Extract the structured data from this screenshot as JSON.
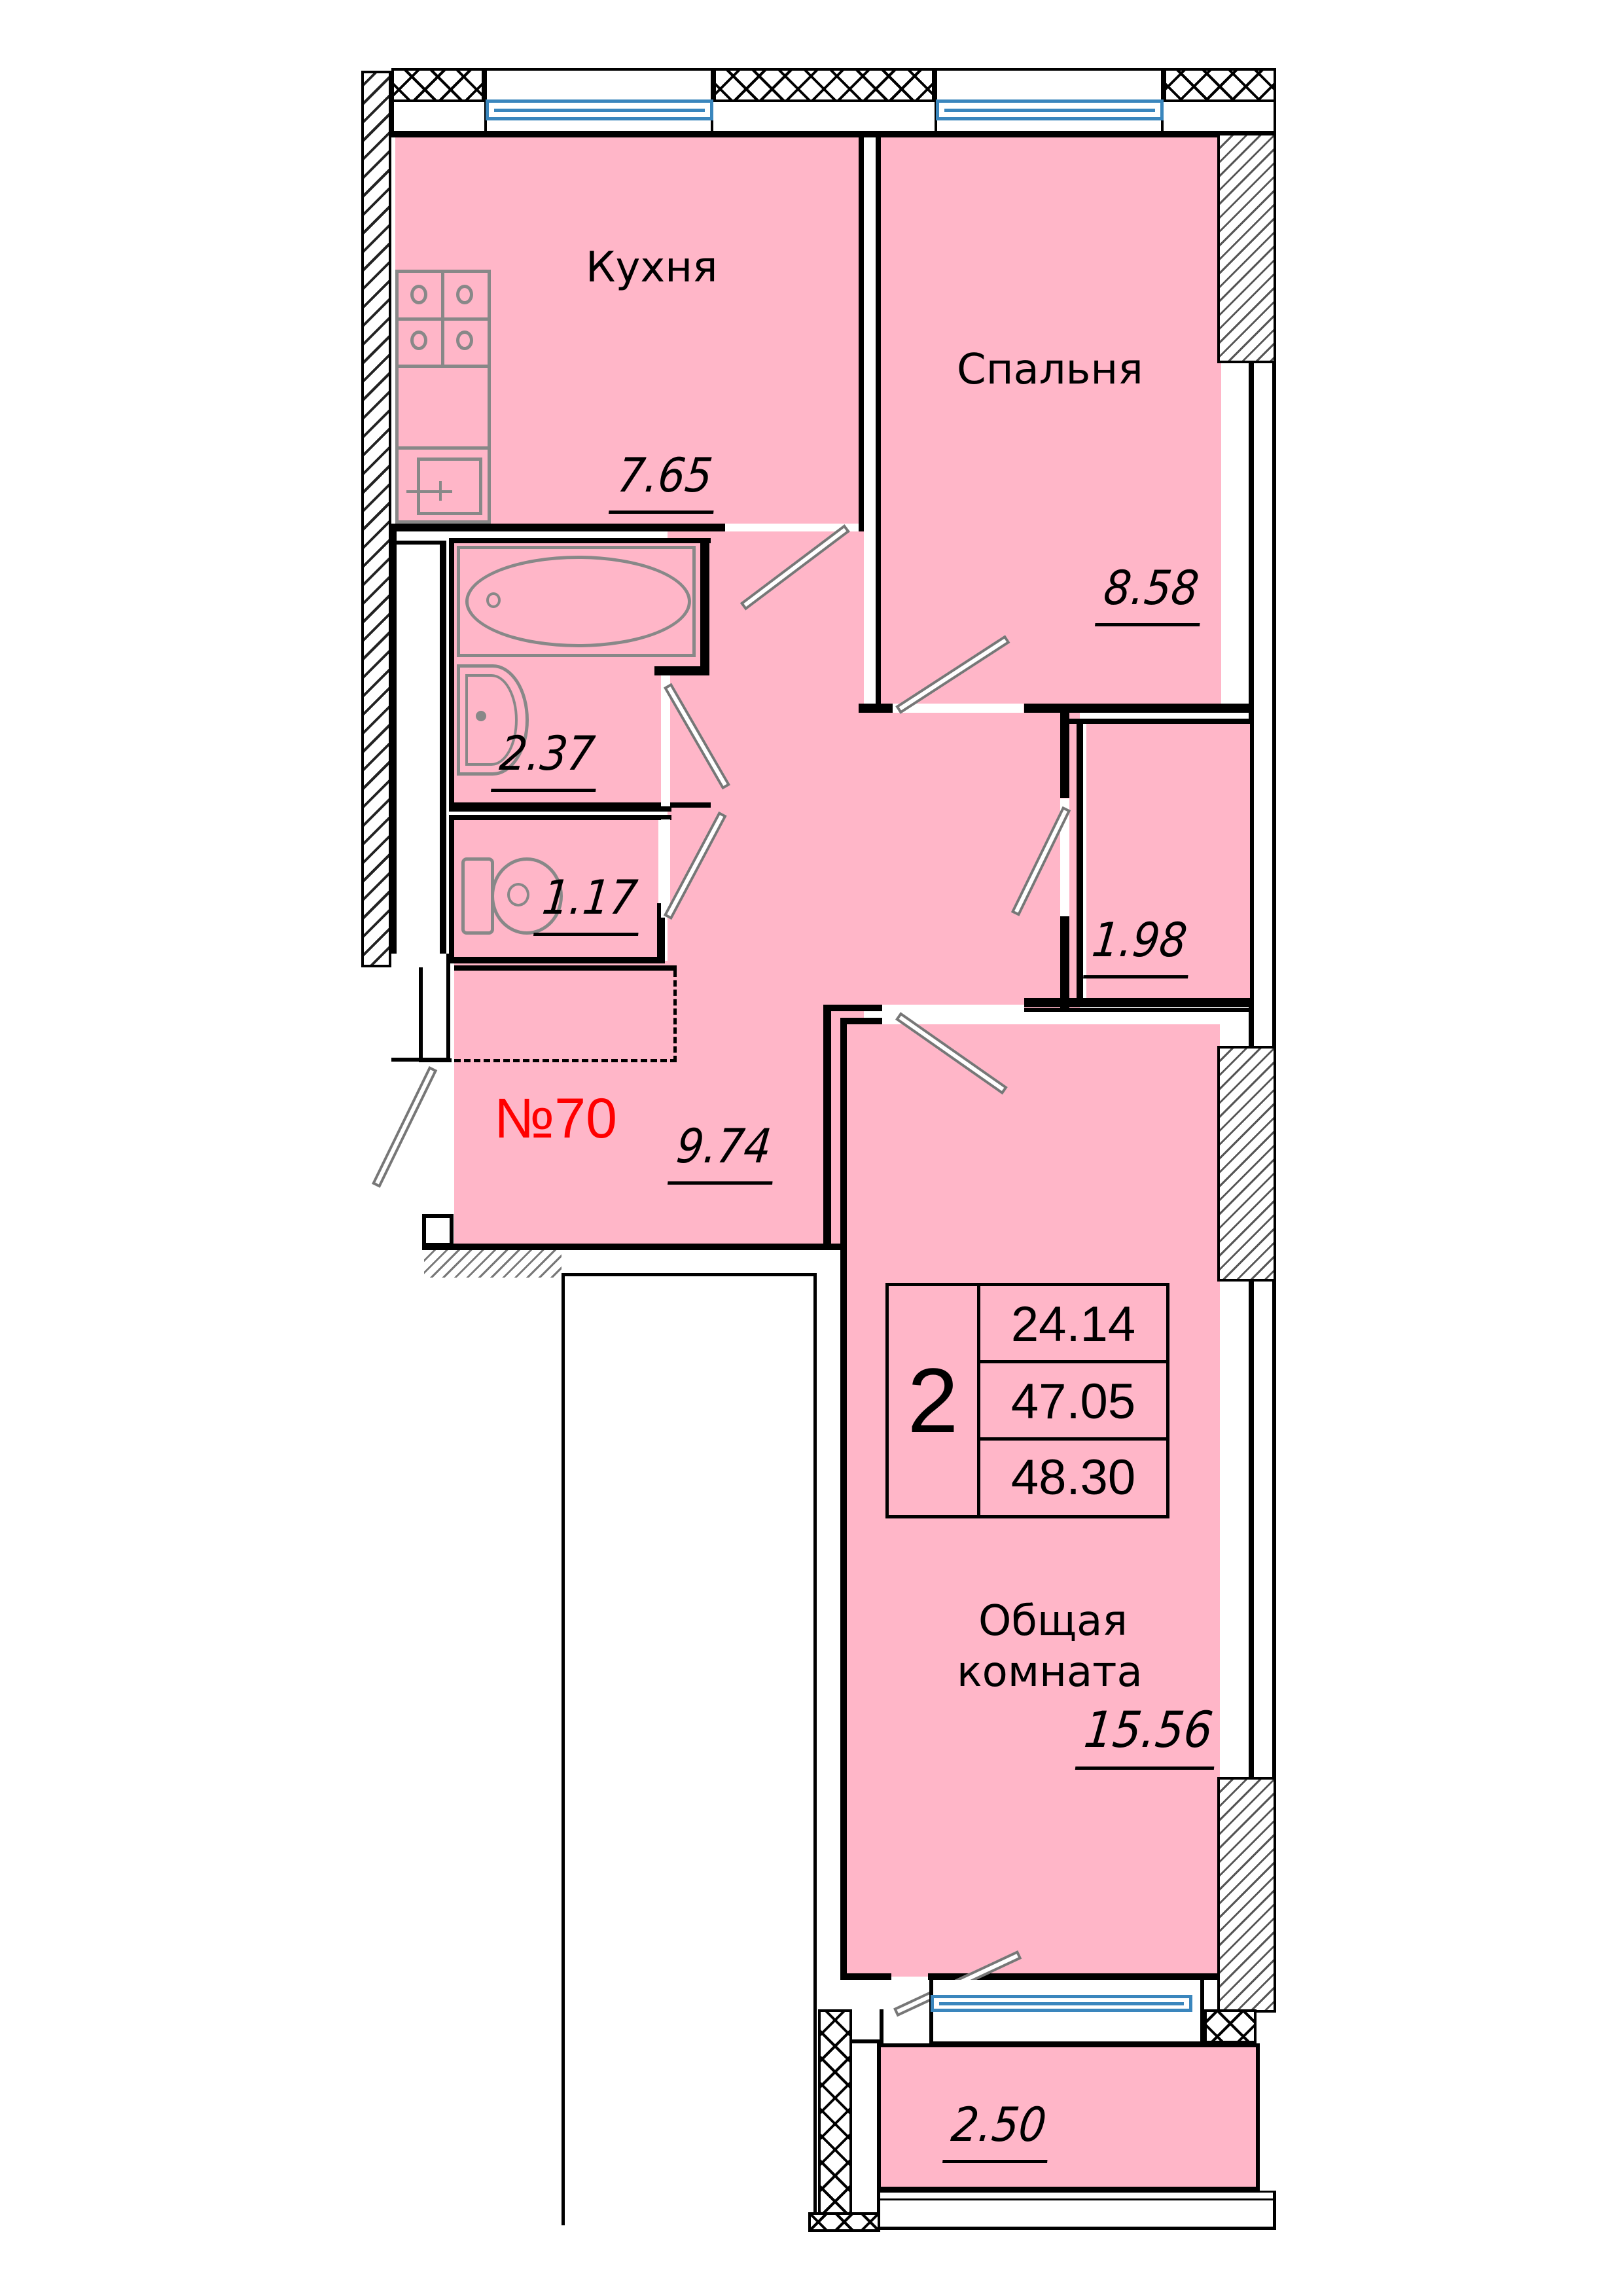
{
  "plan": {
    "apartment_number": "№70",
    "apartment_number_color": "#FF0000",
    "room_fill_color": "#FFB6C8",
    "window_color": "#3A86BD"
  },
  "rooms": {
    "kitchen": {
      "name": "Кухня",
      "area": "7.65"
    },
    "bedroom": {
      "name": "Спальня",
      "area": "8.58"
    },
    "bathroom": {
      "area": "2.37"
    },
    "toilet": {
      "area": "1.17"
    },
    "storage": {
      "area": "1.98"
    },
    "hallway": {
      "area": "9.74"
    },
    "living": {
      "name_line1": "Общая",
      "name_line2": "комната",
      "area": "15.56"
    },
    "balcony": {
      "area": "2.50"
    }
  },
  "summary": {
    "rooms_count": "2",
    "living_area": "24.14",
    "total_area": "47.05",
    "total_with_balcony": "48.30"
  }
}
